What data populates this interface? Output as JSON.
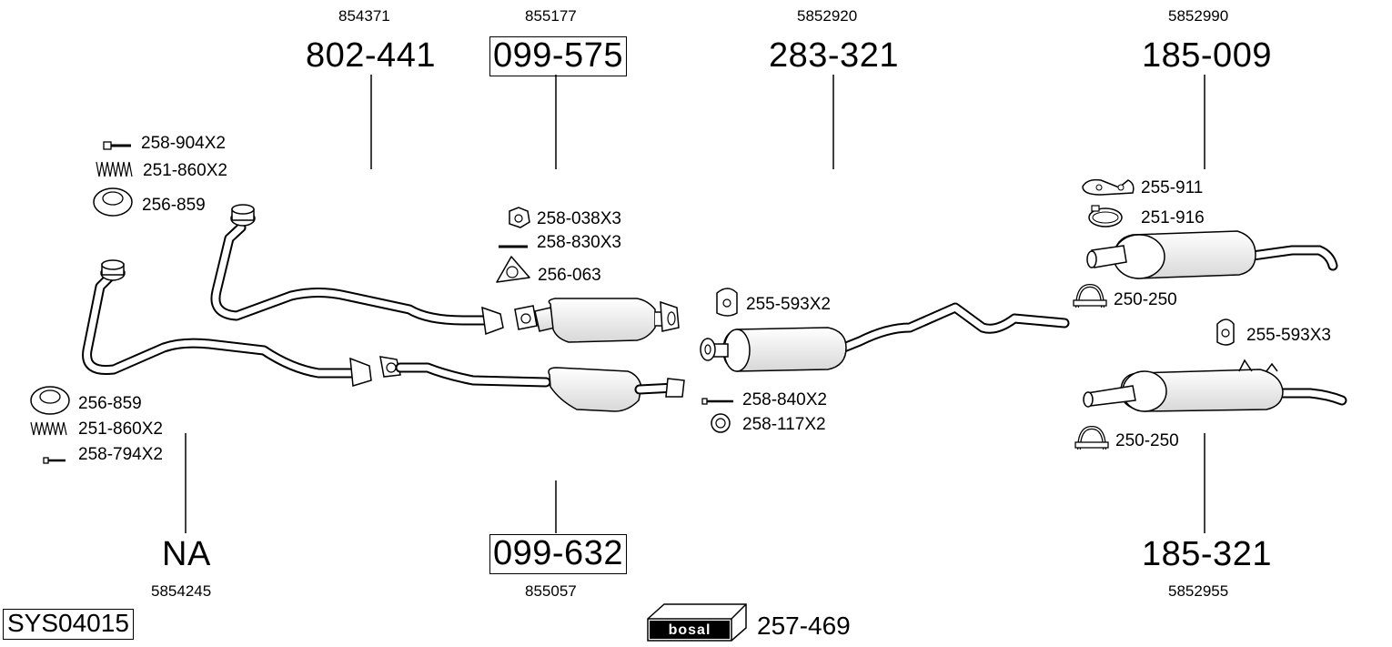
{
  "system_code": "SYS04015",
  "brand_logo_text": "bosal",
  "assemblies": [
    {
      "key": "front_pipe_a",
      "part": "802-441",
      "ref": "854371"
    },
    {
      "key": "cat_a",
      "part": "099-575",
      "ref": "855177"
    },
    {
      "key": "center_box",
      "part": "283-321",
      "ref": "5852920"
    },
    {
      "key": "rear_a",
      "part": "185-009",
      "ref": "5852990"
    },
    {
      "key": "front_pipe_b",
      "part": "NA",
      "ref": "5854245"
    },
    {
      "key": "cat_b",
      "part": "099-632",
      "ref": "855057"
    },
    {
      "key": "rear_b",
      "part": "185-321",
      "ref": "5852955"
    }
  ],
  "fittings": [
    {
      "key": "bolt_1",
      "label": "258-904X2",
      "icon": "bolt-icon"
    },
    {
      "key": "spring_1",
      "label": "251-860X2",
      "icon": "spring-icon"
    },
    {
      "key": "gasket_1",
      "label": "256-859",
      "icon": "gasket-ring-icon"
    },
    {
      "key": "nut",
      "label": "258-038X3",
      "icon": "hex-nut-icon"
    },
    {
      "key": "stud",
      "label": "258-830X3",
      "icon": "stud-icon"
    },
    {
      "key": "flange_gasket",
      "label": "256-063",
      "icon": "triangle-gasket-icon"
    },
    {
      "key": "rubber_1",
      "label": "255-593X2",
      "icon": "rubber-mount-icon"
    },
    {
      "key": "bolt_2",
      "label": "258-840X2",
      "icon": "bolt-icon"
    },
    {
      "key": "washer",
      "label": "258-117X2",
      "icon": "washer-icon"
    },
    {
      "key": "bracket",
      "label": "255-911",
      "icon": "bracket-icon"
    },
    {
      "key": "clamp_1",
      "label": "251-916",
      "icon": "hose-clamp-icon"
    },
    {
      "key": "clamp_2",
      "label": "250-250",
      "icon": "u-clamp-icon"
    },
    {
      "key": "rubber_2",
      "label": "255-593X3",
      "icon": "rubber-mount-icon"
    },
    {
      "key": "clamp_3",
      "label": "250-250",
      "icon": "u-clamp-icon"
    },
    {
      "key": "gasket_2",
      "label": "256-859",
      "icon": "gasket-ring-icon"
    },
    {
      "key": "spring_2",
      "label": "251-860X2",
      "icon": "spring-icon"
    },
    {
      "key": "bolt_3",
      "label": "258-794X2",
      "icon": "bolt-icon"
    },
    {
      "key": "mounting_kit",
      "label": "257-469",
      "icon": "mounting-kit-box-icon"
    }
  ],
  "colors": {
    "line": "#000000",
    "part_fill": "#ffffff",
    "shade": "#d0d0d0"
  }
}
